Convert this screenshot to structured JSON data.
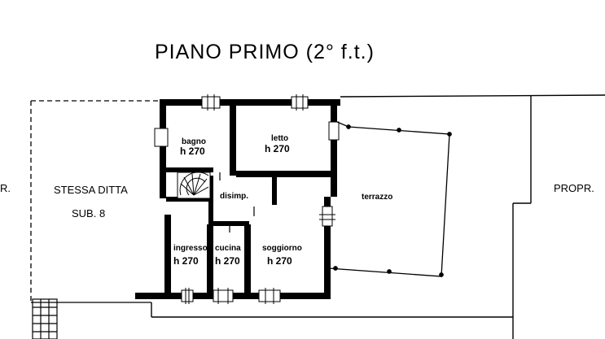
{
  "plan": {
    "title": "PIANO PRIMO (2° f.t.)",
    "left_neighbor_cut": "R.",
    "right_neighbor": "PROPR.",
    "owner_line1": "STESSA DITTA",
    "owner_line2": "SUB. 8"
  },
  "rooms": {
    "bagno": {
      "name": "bagno",
      "height": "h 270"
    },
    "letto": {
      "name": "letto",
      "height": "h 270"
    },
    "disimp": {
      "name": "disimp."
    },
    "terrazzo": {
      "name": "terrazzo"
    },
    "ingresso": {
      "name": "ingresso",
      "height": "h 270"
    },
    "cucina": {
      "name": "cucina",
      "height": "h 270"
    },
    "soggiorno": {
      "name": "soggiorno",
      "height": "h 270"
    }
  }
}
